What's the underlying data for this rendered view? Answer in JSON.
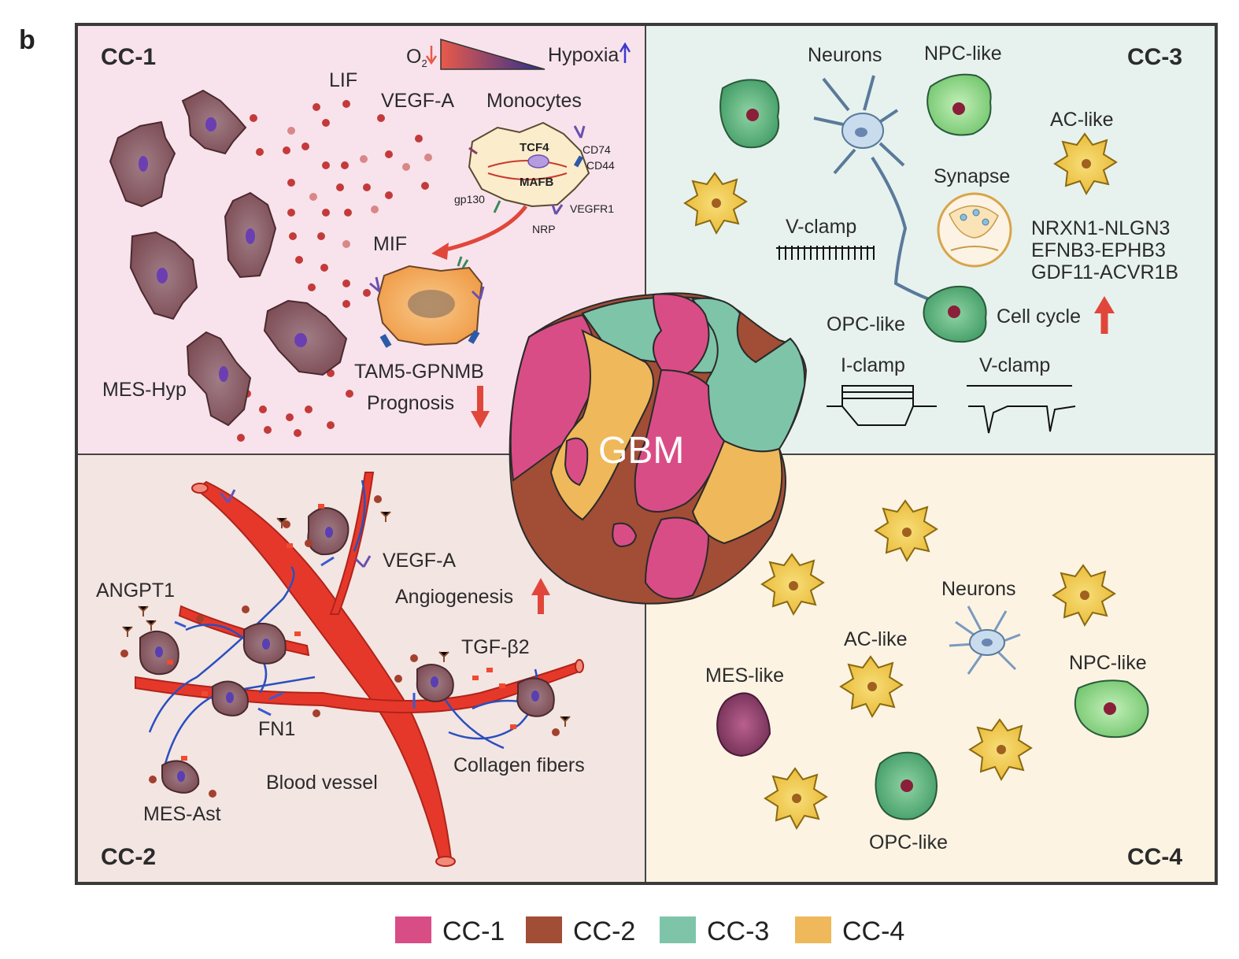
{
  "panel_letter": "b",
  "colors": {
    "cc1": "#d94d86",
    "cc2": "#a24d36",
    "cc3": "#7ec4a9",
    "cc4": "#efb85a",
    "bg_cc1": "#f8e3ec",
    "bg_cc2": "#f3e5e2",
    "bg_cc3": "#e7f2ee",
    "bg_cc4": "#fcf3e3",
    "vessel": "#e5382b",
    "arrow": "#e0473a"
  },
  "center": {
    "label": "GBM"
  },
  "quadrants": {
    "cc1": {
      "title": "CC-1",
      "o2_label": "O",
      "o2_sub": "2",
      "hypoxia_label": "Hypoxia",
      "lif": "LIF",
      "vegfa": "VEGF-A",
      "monocytes": "Monocytes",
      "tcf4": "TCF4",
      "mafb": "MAFB",
      "cd74": "CD74",
      "cd44": "CD44",
      "gp130": "gp130",
      "vegfr1": "VEGFR1",
      "nrp": "NRP",
      "mif": "MIF",
      "tam": "TAM5-GPNMB",
      "prognosis": "Prognosis",
      "mes_hyp": "MES-Hyp"
    },
    "cc2": {
      "title": "CC-2",
      "angpt1": "ANGPT1",
      "vegfa": "VEGF-A",
      "angiogenesis": "Angiogenesis",
      "tgfb2": "TGF-β2",
      "fn1": "FN1",
      "blood_vessel": "Blood vessel",
      "collagen": "Collagen fibers",
      "mes_ast": "MES-Ast"
    },
    "cc3": {
      "title": "CC-3",
      "neurons": "Neurons",
      "npc_like": "NPC-like",
      "ac_like": "AC-like",
      "synapse": "Synapse",
      "vclamp_top": "V-clamp",
      "pairs": [
        "NRXN1-NLGN3",
        "EFNB3-EPHB3",
        "GDF11-ACVR1B"
      ],
      "opc_like": "OPC-like",
      "cell_cycle": "Cell cycle",
      "iclamp": "I-clamp",
      "vclamp_bottom": "V-clamp"
    },
    "cc4": {
      "title": "CC-4",
      "neurons": "Neurons",
      "ac_like": "AC-like",
      "mes_like": "MES-like",
      "npc_like": "NPC-like",
      "opc_like": "OPC-like"
    }
  },
  "legend": [
    {
      "label": "CC-1",
      "color": "#d94d86"
    },
    {
      "label": "CC-2",
      "color": "#a24d36"
    },
    {
      "label": "CC-3",
      "color": "#7ec4a9"
    },
    {
      "label": "CC-4",
      "color": "#efb85a"
    }
  ]
}
